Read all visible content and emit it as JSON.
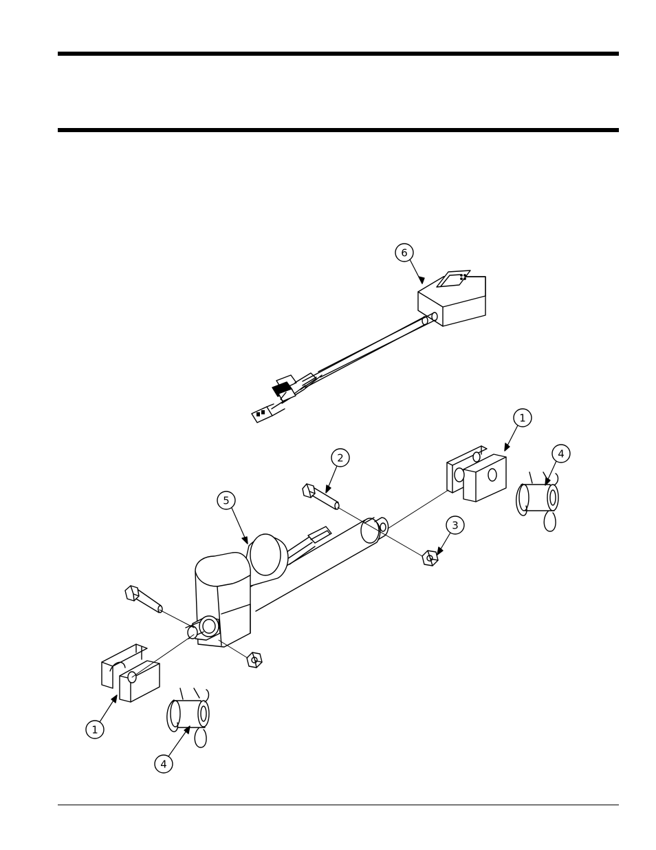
{
  "callouts": {
    "c6": "6",
    "c1a": "1",
    "c4a": "4",
    "c2": "2",
    "c5": "5",
    "c3": "3",
    "c1b": "1",
    "c4b": "4"
  }
}
